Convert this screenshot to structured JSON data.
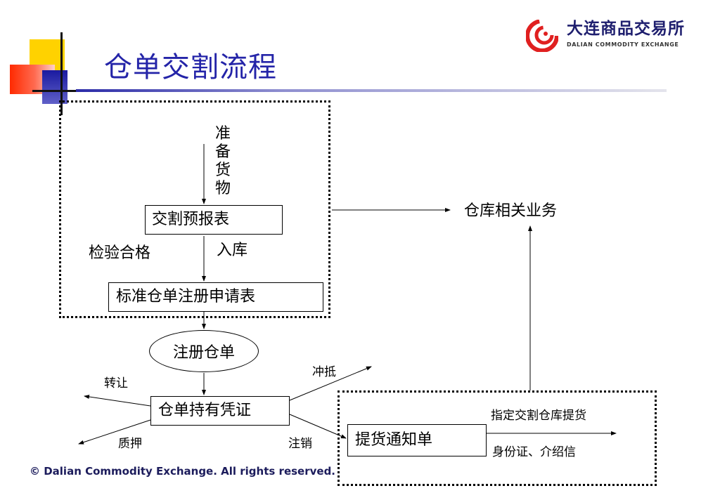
{
  "header": {
    "title": "仓单交割流程",
    "logo_cn": "大连商品交易所",
    "logo_en": "DALIAN   COMMODITY   EXCHANGE",
    "title_color": "#2424a8"
  },
  "diagram": {
    "prepare_goods": "准备货物",
    "delivery_forecast": "交割预报表",
    "inspection_passed": "检验合格",
    "warehousing": "入库",
    "standard_registration": "标准仓单注册申请表",
    "warehouse_business": "仓库相关业务",
    "register_receipt": "注册仓单",
    "receipt_holding": "仓单持有凭证",
    "transfer": "转让",
    "offset": "冲抵",
    "pledge": "质押",
    "cancel": "注销",
    "pickup_notice": "提货通知单",
    "designated_pickup": "指定交割仓库提货",
    "id_letter": "身份证、介绍信"
  },
  "footer": {
    "copyright": "© Dalian Commodity Exchange. All rights reserved."
  }
}
